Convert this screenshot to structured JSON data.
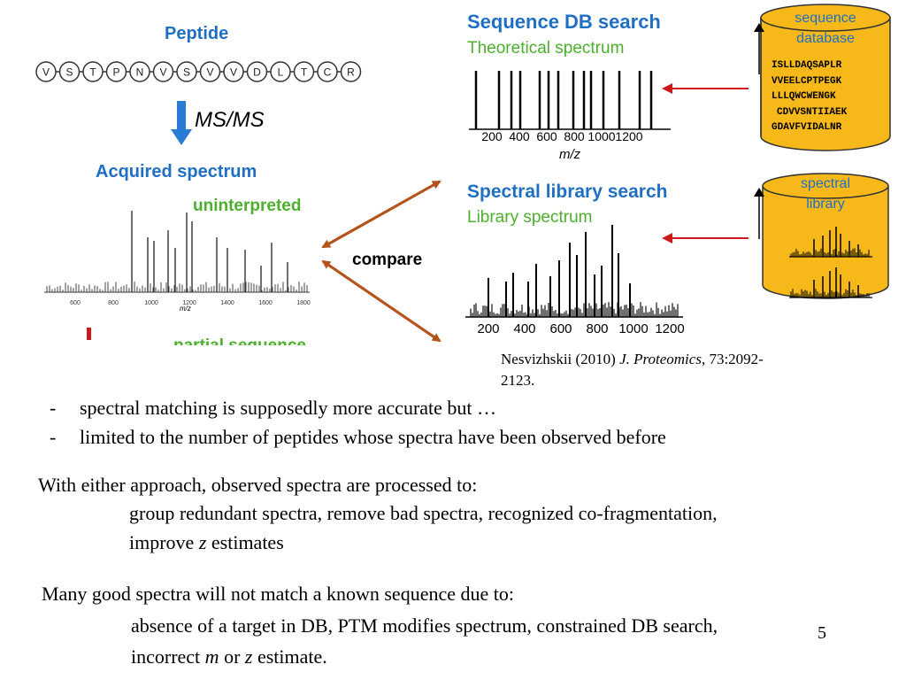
{
  "figure": {
    "peptide_label": "Peptide",
    "peptide_residues": [
      "V",
      "S",
      "T",
      "P",
      "N",
      "V",
      "S",
      "V",
      "V",
      "D",
      "L",
      "T",
      "C",
      "R"
    ],
    "msms_label": "MS/MS",
    "acquired_label": "Acquired spectrum",
    "uninterpreted_label": "uninterpreted",
    "acquired_axis_ticks": [
      "600",
      "800",
      "1000",
      "1200",
      "1400",
      "1600",
      "1800"
    ],
    "acquired_axis_label": "m/z",
    "partial_label": "partial sequence",
    "compare_label": "compare",
    "seqdb_title": "Sequence DB search",
    "theoretical_label": "Theoretical spectrum",
    "theoretical_ticks": [
      "200",
      "400",
      "600",
      "800",
      "1000",
      "1200"
    ],
    "theoretical_axis_label": "m/z",
    "seqdb_cyl_line1": "sequence",
    "seqdb_cyl_line2": "database",
    "seqdb_sequences": [
      "ISLLDAQSAPLR",
      "VVEELCPTPEGK",
      "LLLQWCWENGK",
      "CDVVSNTIIAEK",
      "GDAVFVIDALNR"
    ],
    "library_title": "Spectral library search",
    "library_spectrum_label": "Library spectrum",
    "library_ticks": [
      "200",
      "400",
      "600",
      "800",
      "1000",
      "1200"
    ],
    "speclib_cyl_line1": "spectral",
    "speclib_cyl_line2": "library",
    "colors": {
      "blue": "#1f6fc5",
      "green": "#4caf2d",
      "arrow_brown": "#b5531c",
      "arrow_red": "#cc1a1a",
      "cylinder": "#f6b919",
      "ms_arrow": "#2a7bd4"
    }
  },
  "citation": {
    "authors": "Nesvizhskii (2010)",
    "journal": "J. Proteomics",
    "details_line1": ", 73:2092-",
    "details_line2": "2123."
  },
  "bullets": [
    {
      "dash": "-",
      "text": "spectral matching is supposedly more accurate but …"
    },
    {
      "dash": "-",
      "text": "limited to the number of peptides whose spectra have been observed before"
    }
  ],
  "para1": {
    "intro": "With either approach, observed spectra are processed to:",
    "line1": "group redundant spectra, remove bad spectra, recognized co-fragmentation,",
    "line2_pre": "improve ",
    "line2_var": "z",
    "line2_post": " estimates"
  },
  "para2": {
    "intro": "Many good spectra will not match a known sequence due to:",
    "line1": "absence of a target in DB, PTM modifies spectrum, constrained DB search,",
    "line2_pre": "incorrect ",
    "line2_var1": "m",
    "line2_mid": " or ",
    "line2_var2": "z",
    "line2_post": " estimate."
  },
  "slide_number": "5"
}
